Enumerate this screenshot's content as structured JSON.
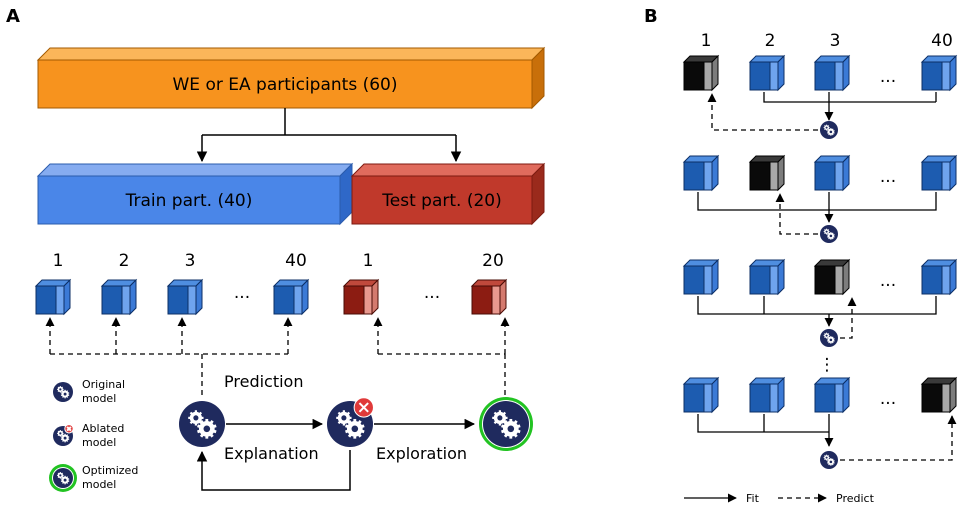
{
  "panels": {
    "a": "A",
    "b": "B"
  },
  "boxes": {
    "all": "WE or EA participants (60)",
    "train": "Train part. (40)",
    "test": "Test part. (20)"
  },
  "train_numbers": [
    "1",
    "2",
    "3",
    "40"
  ],
  "test_numbers": [
    "1",
    "20"
  ],
  "ellipsis": "...",
  "vertical_ellipsis": "⋮",
  "flow": {
    "prediction": "Prediction",
    "explanation": "Explanation",
    "exploration": "Exploration"
  },
  "legend": {
    "original": [
      "Original",
      "model"
    ],
    "ablated": [
      "Ablated",
      "model"
    ],
    "optimized": [
      "Optimized",
      "model"
    ]
  },
  "panel_b": {
    "numbers": [
      "1",
      "2",
      "3",
      "40"
    ],
    "legend_fit": "Fit",
    "legend_predict": "Predict"
  },
  "colors": {
    "orange": "#f7931e",
    "blue": "#4a86e8",
    "red": "#c0392b",
    "dark_blue": "#1a56a8",
    "dark_red": "#8b1a10",
    "navy": "#1f2a5e",
    "green": "#22c322"
  }
}
